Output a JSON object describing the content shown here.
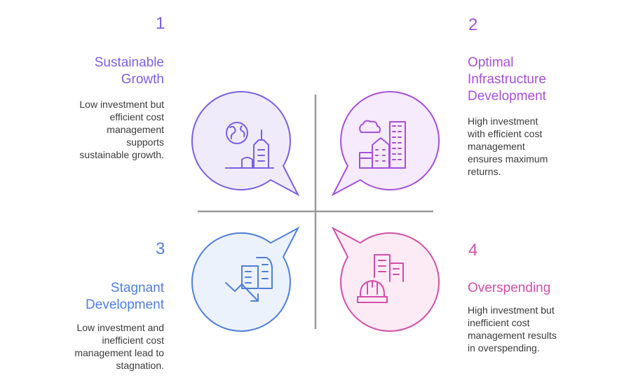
{
  "quadrants": [
    {
      "number": "1",
      "title": "Sustainable\nGrowth",
      "description": "Low investment but\nefficient cost\nmanagement\nsupports\nsustainable growth.",
      "color": "#7B5FE0",
      "fill": "#EFEBFB",
      "icon": "globe-city-icon"
    },
    {
      "number": "2",
      "title": "Optimal\nInfrastructure\nDevelopment",
      "description": "High investment\nwith efficient cost\nmanagement\nensures maximum\nreturns.",
      "color": "#A64FDB",
      "fill": "#F5EBFC",
      "icon": "cloud-buildings-icon"
    },
    {
      "number": "3",
      "title": "Stagnant\nDevelopment",
      "description": "Low investment and\ninefficient cost\nmanagement lead to\nstagnation.",
      "color": "#4F7FDB",
      "fill": "#ECF2FC",
      "icon": "declining-building-icon"
    },
    {
      "number": "4",
      "title": "Overspending",
      "description": "High investment but\ninefficient cost\nmanagement results\nin overspending.",
      "color": "#D14FA8",
      "fill": "#FCEBF5",
      "icon": "construction-helmet-icon"
    }
  ],
  "divider_color": "#9A9A9A"
}
